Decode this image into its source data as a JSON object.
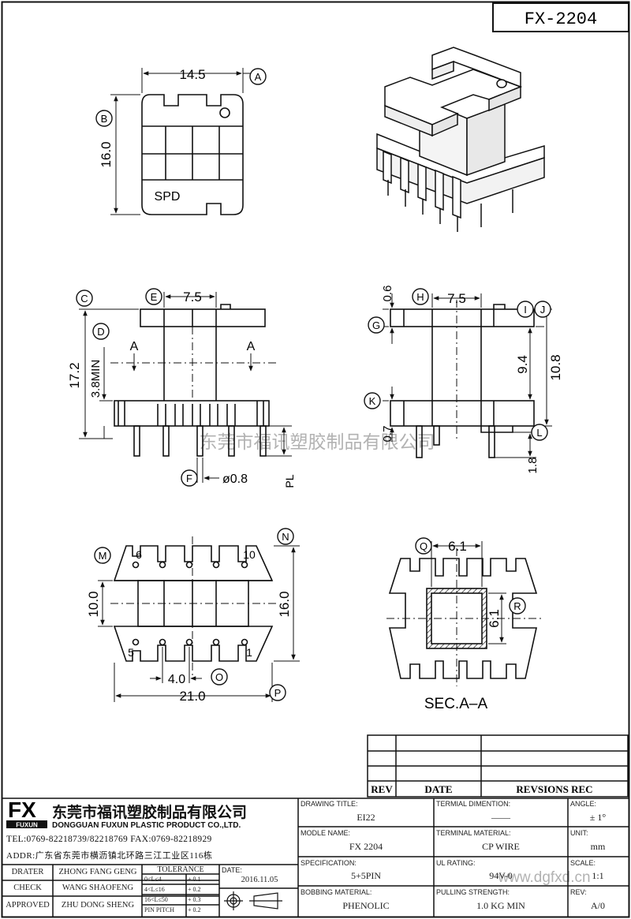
{
  "part_number": "FX-2204",
  "watermark_name": "东莞市福讯塑胶制品有限公司",
  "watermark_url": "www.dgfxd.cn",
  "dims": {
    "width_14_5": "14.5",
    "height_16_0": "16.0",
    "spd": "SPD",
    "c_17_2": "17.2",
    "d_3_8": "3.8MIN",
    "e_7_5": "7.5",
    "f_0_8": "ø0.8",
    "pl": "PL",
    "section_a": "A",
    "g_0_6": "0.6",
    "h_7_5": "7.5",
    "k_0_7": "0.7",
    "l_1_8": "1.8",
    "i_9_4": "9.4",
    "j_10_8": "10.8",
    "m_10_0": "10.0",
    "n_16_0": "16.0",
    "o_4_0": "4.0",
    "p_21_0": "21.0",
    "pin_6": "6",
    "pin_10": "10",
    "pin_5": "5",
    "pin_1": "1",
    "q_6_1": "6.1",
    "r_6_1": "6.1",
    "sec_label": "SEC.A–A"
  },
  "balloons": {
    "a": "A",
    "b": "B",
    "c": "C",
    "d": "D",
    "e": "E",
    "f": "F",
    "g": "G",
    "h": "H",
    "i": "I",
    "j": "J",
    "k": "K",
    "l": "L",
    "m": "M",
    "n": "N",
    "o": "O",
    "p": "P",
    "q": "Q",
    "r": "R"
  },
  "revision_table": {
    "rev": "REV",
    "date": "DATE",
    "revisions": "REVSIONS REC"
  },
  "company": {
    "logo": "FX",
    "logo_sub": "FUXUN",
    "name_cn": "东莞市福讯塑胶制品有限公司",
    "name_en": "DONGGUAN FUXUN PLASTIC PRODUCT CO.,LTD.",
    "tel": "TEL:0769-82218739/82218769 FAX:0769-82218929",
    "addr": "ADDR:广东省东莞市横沥镇北环路三江工业区116栋"
  },
  "people": [
    {
      "role": "DRATER",
      "name": "ZHONG FANG GENG"
    },
    {
      "role": "CHECK",
      "name": "WANG SHAOFENG"
    },
    {
      "role": "APPROVED",
      "name": "ZHU DONG SHENG"
    }
  ],
  "tolerance": {
    "title": "TOLERANCE",
    "rows": [
      {
        "range": "0<L≤4",
        "value": "+ 0.1"
      },
      {
        "range": "4<L≤16",
        "value": "+ 0.2"
      },
      {
        "range": "16<L≤50",
        "value": "+ 0.3"
      },
      {
        "range": "PIN PITCH",
        "value": "+ 0.2"
      }
    ]
  },
  "date": {
    "label": "DATE:",
    "value": "2016.11.05"
  },
  "fields": {
    "drawing_title": {
      "label": "DRAWING TITLE:",
      "value": "EI22"
    },
    "modle_name": {
      "label": "MODLE NAME:",
      "value": "FX 2204"
    },
    "specification": {
      "label": "SPECIFICATION:",
      "value": "5+5PIN"
    },
    "bobbing_material": {
      "label": "BOBBING MATERIAL:",
      "value": "PHENOLIC"
    },
    "terminal_dimention": {
      "label": "TERMIAL DIMENTION:",
      "value": "——"
    },
    "terminal_material": {
      "label": "TERMINAL MATERIAL:",
      "value": "CP WIRE"
    },
    "ul_rating": {
      "label": "UL RATING:",
      "value": "94V-0"
    },
    "pulling_strength": {
      "label": "PULLING STRENGTH:",
      "value": "1.0 KG MIN"
    },
    "angle": {
      "label": "ANGLE:",
      "value": "± 1°"
    },
    "unit": {
      "label": "UNIT:",
      "value": "mm"
    },
    "scale": {
      "label": "SCALE:",
      "value": "1:1"
    },
    "rev": {
      "label": "REV:",
      "value": "A/0"
    }
  }
}
